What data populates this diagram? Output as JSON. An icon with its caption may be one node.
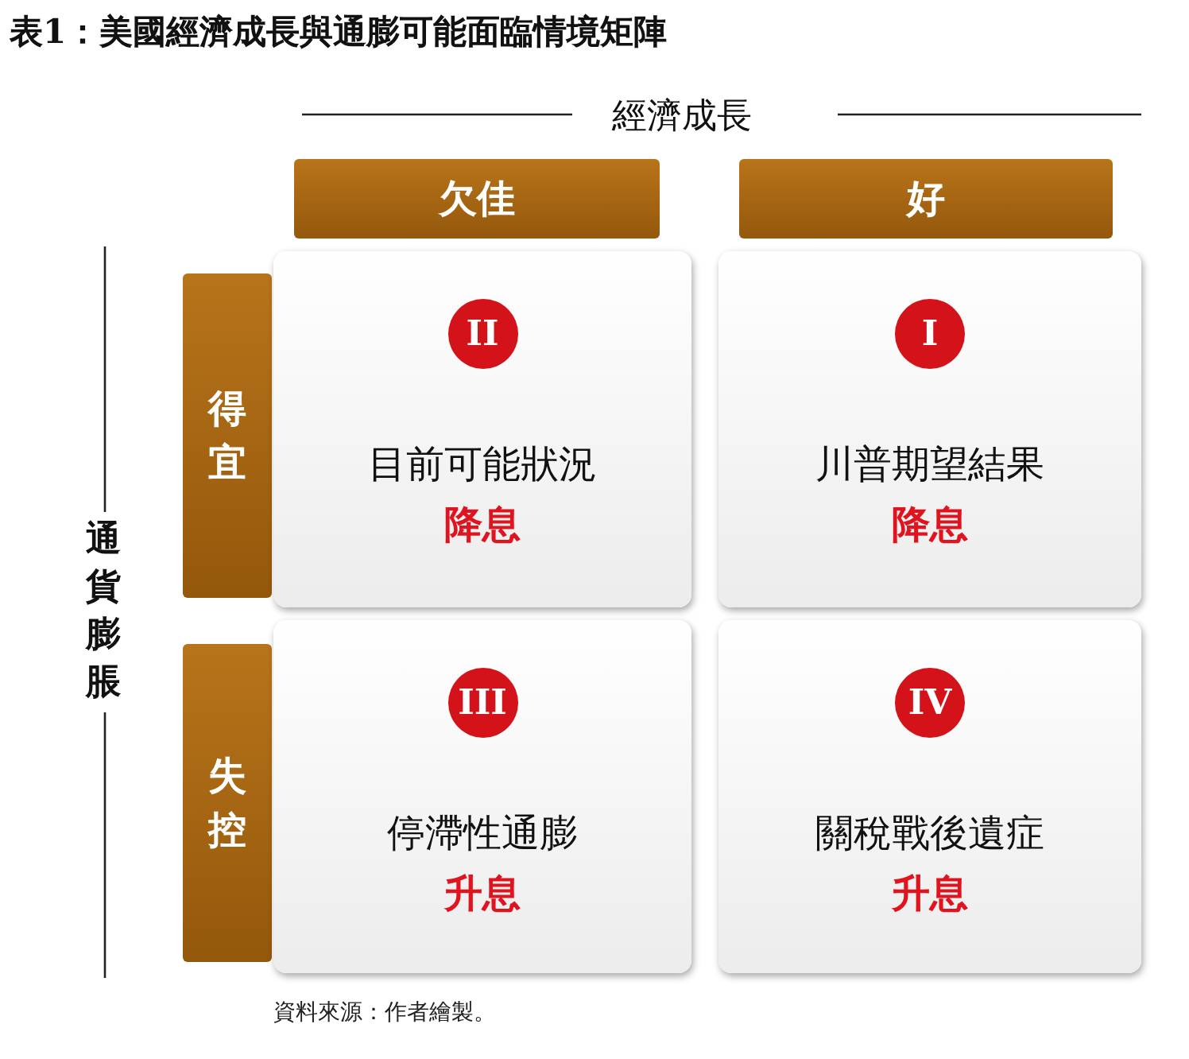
{
  "diagram": {
    "title": "表1：美國經濟成長與通膨可能面臨情境矩陣",
    "caption": "資料來源：作者繪製。",
    "nodes": [
      {
        "text": [
          "欠佳"
        ]
      },
      {
        "text": [
          "好"
        ]
      },
      {
        "text": [
          "得宜"
        ]
      },
      {
        "text": [
          "目前可能狀況",
          "降息"
        ]
      },
      {
        "text": [
          "II"
        ],
        "in": 3
      },
      {
        "text": [
          "川普期望結果",
          "降息"
        ]
      },
      {
        "text": [
          "I"
        ],
        "in": 5
      },
      {
        "text": [
          "失控"
        ]
      },
      {
        "text": [
          "停滯性通膨",
          "升息"
        ]
      },
      {
        "text": [
          "III"
        ],
        "in": 8
      },
      {
        "text": [
          "關稅戰後遺症",
          "升息"
        ]
      },
      {
        "text": [
          "IV"
        ],
        "in": 10
      }
    ],
    "edges": [],
    "labels": [
      "經濟成長",
      "通貨膨脹"
    ]
  }
}
